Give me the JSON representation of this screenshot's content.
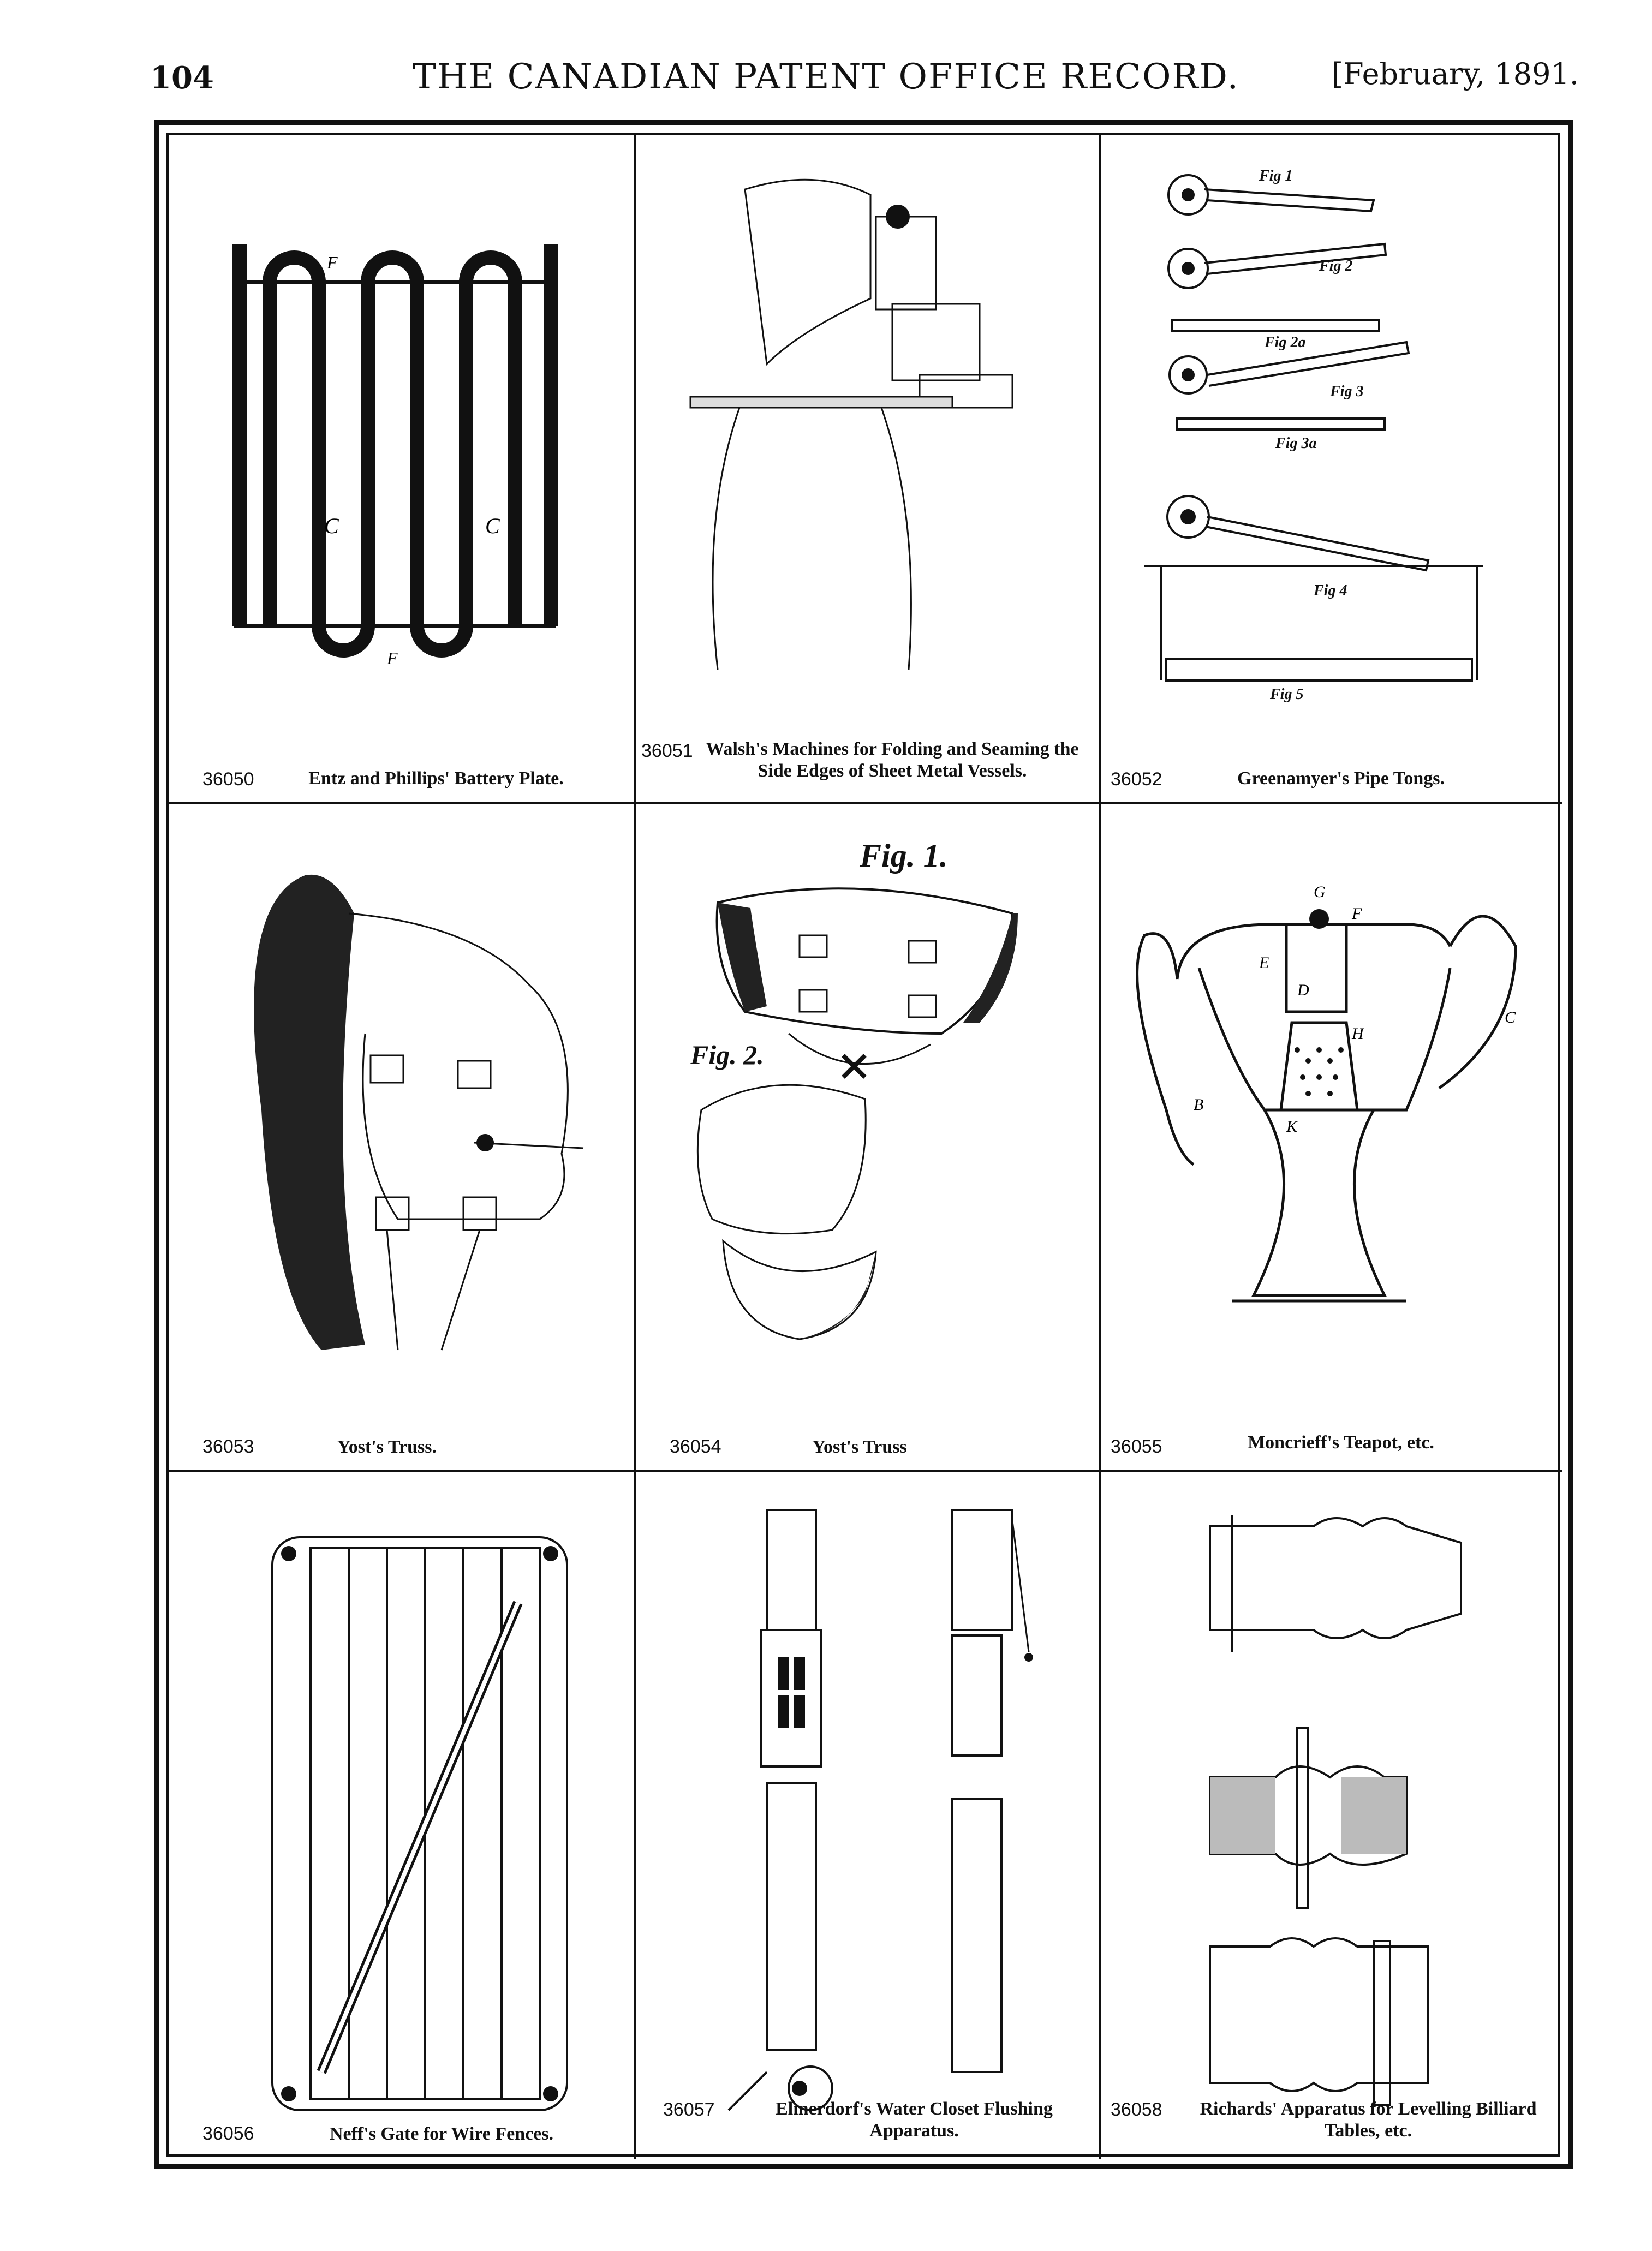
{
  "header": {
    "page_number": "104",
    "journal_title": "THE CANADIAN PATENT OFFICE RECORD.",
    "issue": "[February, 1891."
  },
  "plates": [
    {
      "number": "36050",
      "title": "Entz and Phillips' Battery Plate."
    },
    {
      "number": "36051",
      "title": "Walsh's Machines for Folding and Seaming the Side Edges of Sheet Metal Vessels."
    },
    {
      "number": "36052",
      "title": "Greenamyer's Pipe Tongs."
    },
    {
      "number": "36053",
      "title": "Yost's Truss."
    },
    {
      "number": "36054",
      "title": "Yost's Truss"
    },
    {
      "number": "36055",
      "title": "Moncrieff's Teapot, etc."
    },
    {
      "number": "36056",
      "title": "Neff's Gate for Wire Fences."
    },
    {
      "number": "36057",
      "title": "Elmerdorf's Water Closet Flushing Apparatus."
    },
    {
      "number": "36058",
      "title": "Richards' Apparatus for Levelling Billiard Tables, etc."
    }
  ],
  "figure_labels": {
    "fig1": "Fig. 1.",
    "fig2": "Fig. 2.",
    "tongs": [
      "Fig 1",
      "Fig 2",
      "Fig 2a",
      "Fig 3",
      "Fig 3a",
      "Fig 4",
      "Fig 5"
    ]
  }
}
